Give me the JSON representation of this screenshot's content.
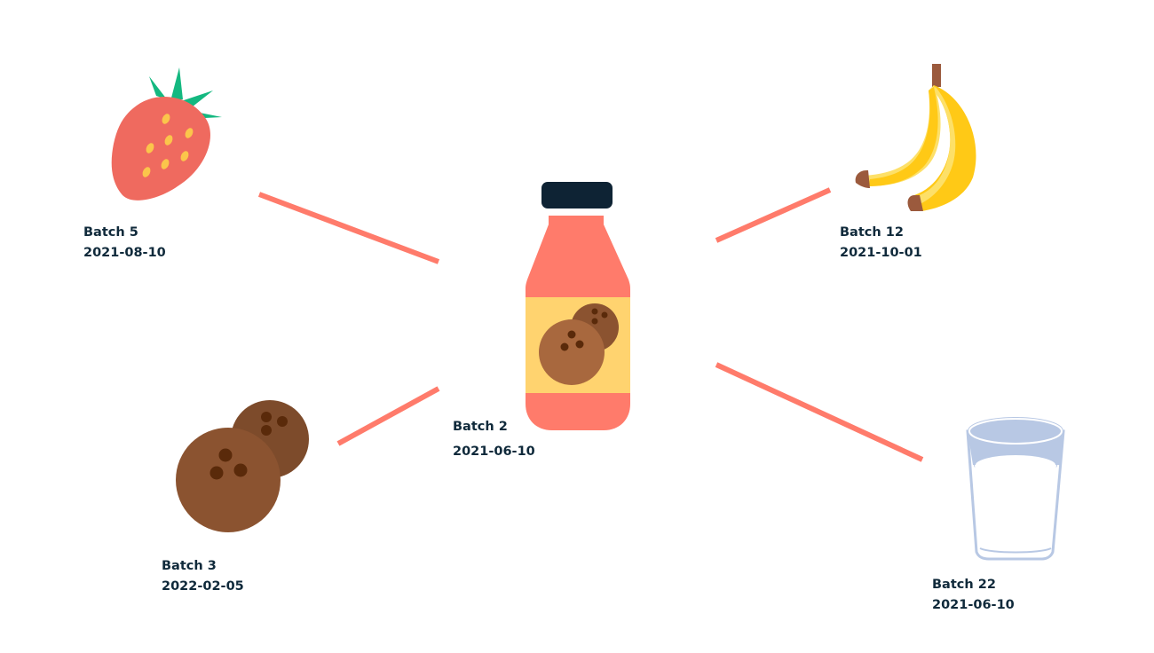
{
  "diagram": {
    "title": "",
    "connector_color": "#ff7b6b",
    "label_color": "#102a3b",
    "center": {
      "id": "product",
      "icon": "juice-bottle-icon",
      "batch": "Batch 2",
      "date": "2021-06-10"
    },
    "inputs": [
      {
        "id": "strawberry",
        "icon": "strawberry-icon",
        "batch": "Batch 5",
        "date": "2021-08-10",
        "position": "top-left"
      },
      {
        "id": "coconut",
        "icon": "coconut-icon",
        "batch": "Batch 3",
        "date": "2022-02-05",
        "position": "bottom-left"
      },
      {
        "id": "banana",
        "icon": "banana-icon",
        "batch": "Batch 12",
        "date": "2021-10-01",
        "position": "top-right"
      },
      {
        "id": "milk",
        "icon": "milk-glass-icon",
        "batch": "Batch 22",
        "date": "2021-06-10",
        "position": "bottom-right"
      }
    ],
    "edges": [
      {
        "from": "strawberry",
        "to": "product"
      },
      {
        "from": "coconut",
        "to": "product"
      },
      {
        "from": "banana",
        "to": "product"
      },
      {
        "from": "milk",
        "to": "product"
      }
    ]
  }
}
